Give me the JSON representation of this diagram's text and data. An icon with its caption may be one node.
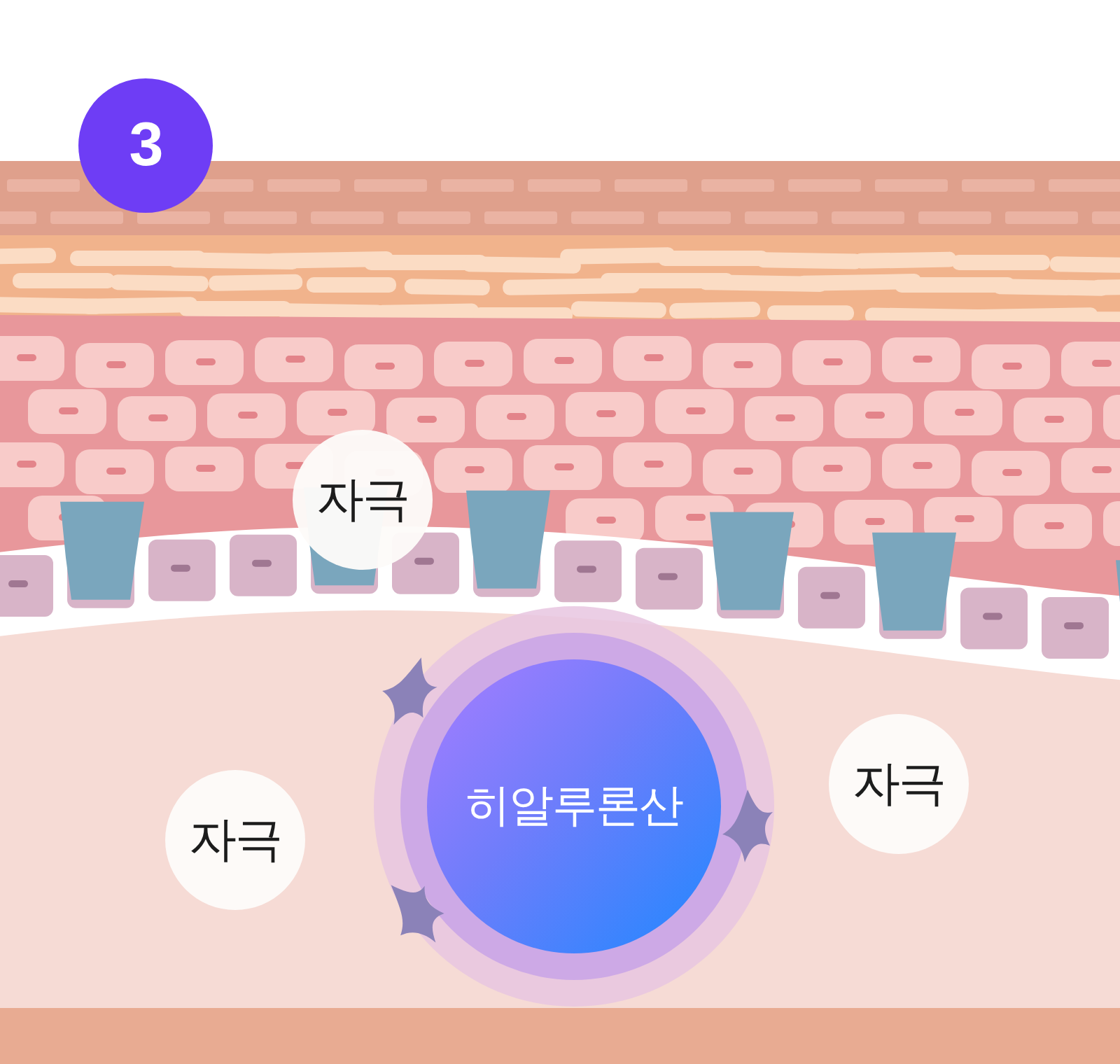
{
  "diagram": {
    "nodes": [
      {
        "text": [
          "3"
        ]
      },
      {
        "text": [
          "자극"
        ]
      },
      {
        "text": [
          "자극"
        ]
      },
      {
        "text": [
          "히알루론산"
        ]
      },
      {
        "text": [
          "자극"
        ]
      }
    ]
  }
}
